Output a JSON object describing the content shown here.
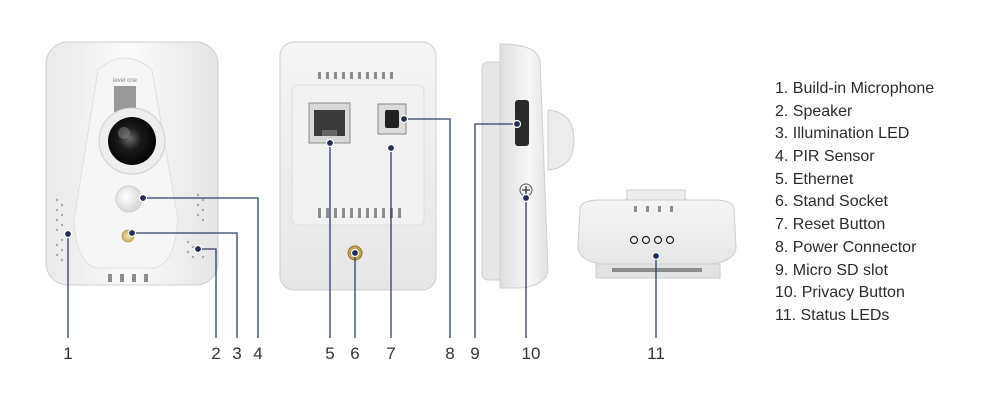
{
  "legend": [
    {
      "num": "1",
      "label": "1. Build-in Microphone"
    },
    {
      "num": "2",
      "label": "2. Speaker"
    },
    {
      "num": "3",
      "label": "3. Illumination LED"
    },
    {
      "num": "4",
      "label": "4. PIR Sensor"
    },
    {
      "num": "5",
      "label": "5. Ethernet"
    },
    {
      "num": "6",
      "label": "6. Stand Socket"
    },
    {
      "num": "7",
      "label": "7. Reset Button"
    },
    {
      "num": "8",
      "label": "8. Power Connector"
    },
    {
      "num": "9",
      "label": "9. Micro SD slot"
    },
    {
      "num": "10",
      "label": "10. Privacy Button"
    },
    {
      "num": "11",
      "label": "11. Status LEDs"
    }
  ],
  "callout_numbers": [
    "1",
    "2",
    "3",
    "4",
    "5",
    "6",
    "7",
    "8",
    "9",
    "10",
    "11"
  ],
  "logo_text": "level one"
}
